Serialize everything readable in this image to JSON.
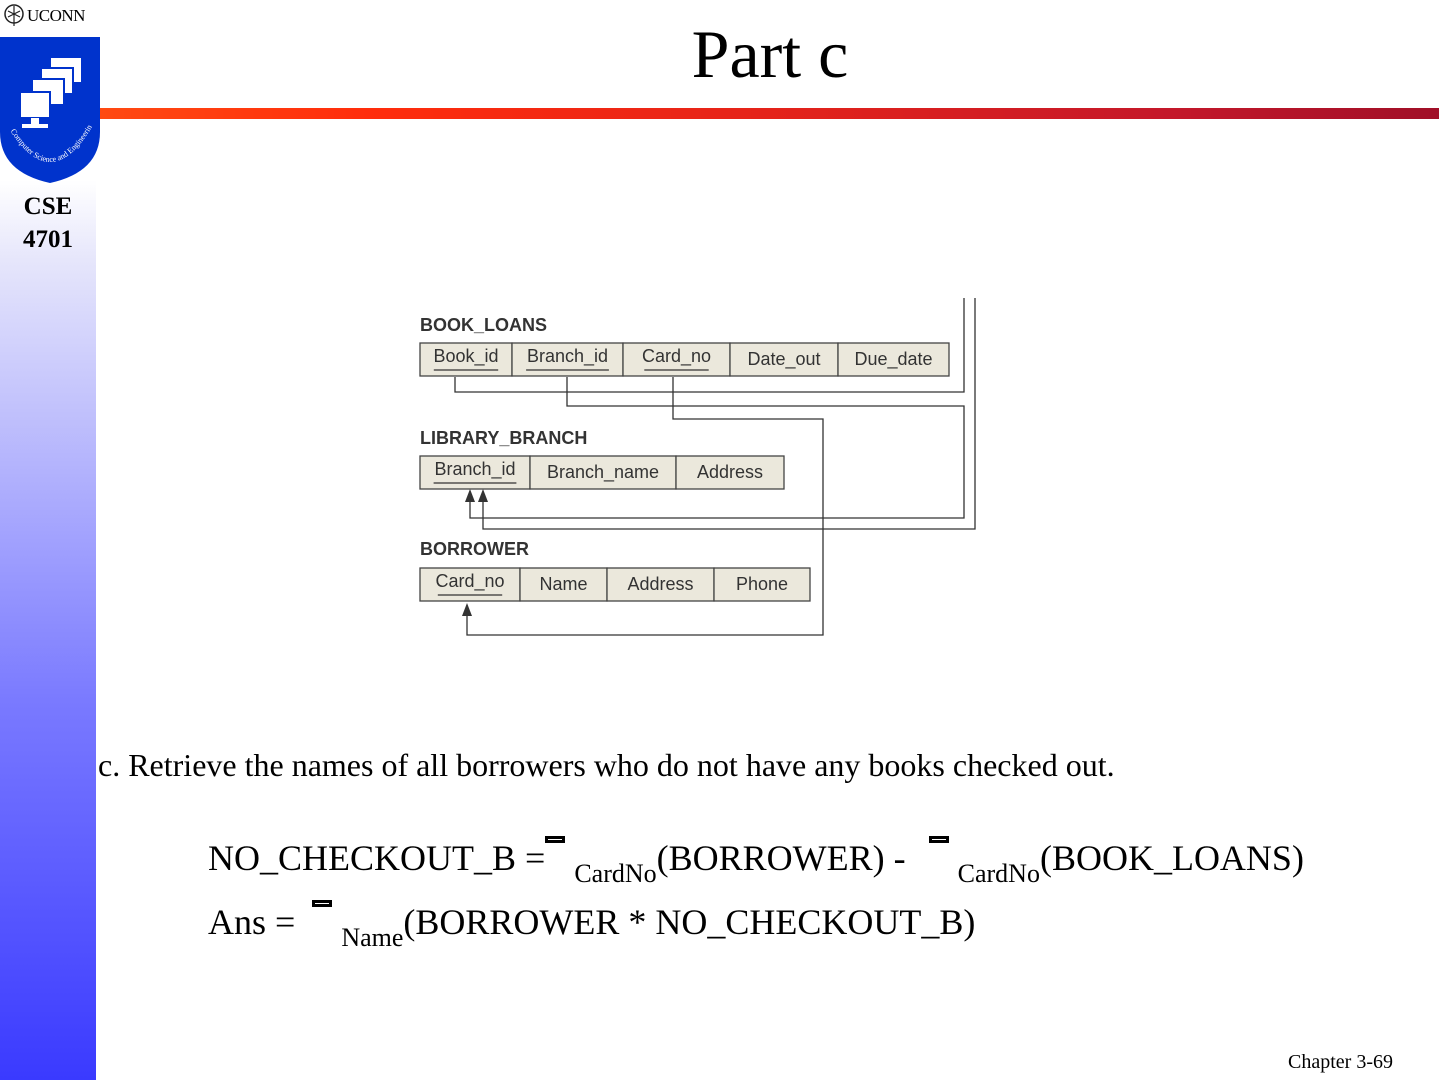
{
  "header": {
    "logo_text": "UCONN",
    "shield_text": "Computer Science and Engineering",
    "course_line1": "CSE",
    "course_line2": "4701",
    "title": "Part c"
  },
  "schema": {
    "tables": [
      {
        "name": "BOOK_LOANS",
        "columns": [
          "Book_id",
          "Branch_id",
          "Card_no",
          "Date_out",
          "Due_date"
        ],
        "keys": [
          "Book_id",
          "Branch_id",
          "Card_no"
        ]
      },
      {
        "name": "LIBRARY_BRANCH",
        "columns": [
          "Branch_id",
          "Branch_name",
          "Address"
        ],
        "keys": [
          "Branch_id"
        ]
      },
      {
        "name": "BORROWER",
        "columns": [
          "Card_no",
          "Name",
          "Address",
          "Phone"
        ],
        "keys": [
          "Card_no"
        ]
      }
    ]
  },
  "question": "c. Retrieve the names of all borrowers who do not have any books checked out.",
  "eq1": {
    "lhs": "NO_CHECKOUT_B =",
    "sub1": "CardNo",
    "arg1": "(BORROWER) -",
    "sub2": "CardNo",
    "arg2": "(BOOK_LOANS)"
  },
  "eq2": {
    "lhs": "Ans =",
    "sub": "Name",
    "arg": "(BORROWER * NO_CHECKOUT_B)"
  },
  "footer": "Chapter 3-69"
}
